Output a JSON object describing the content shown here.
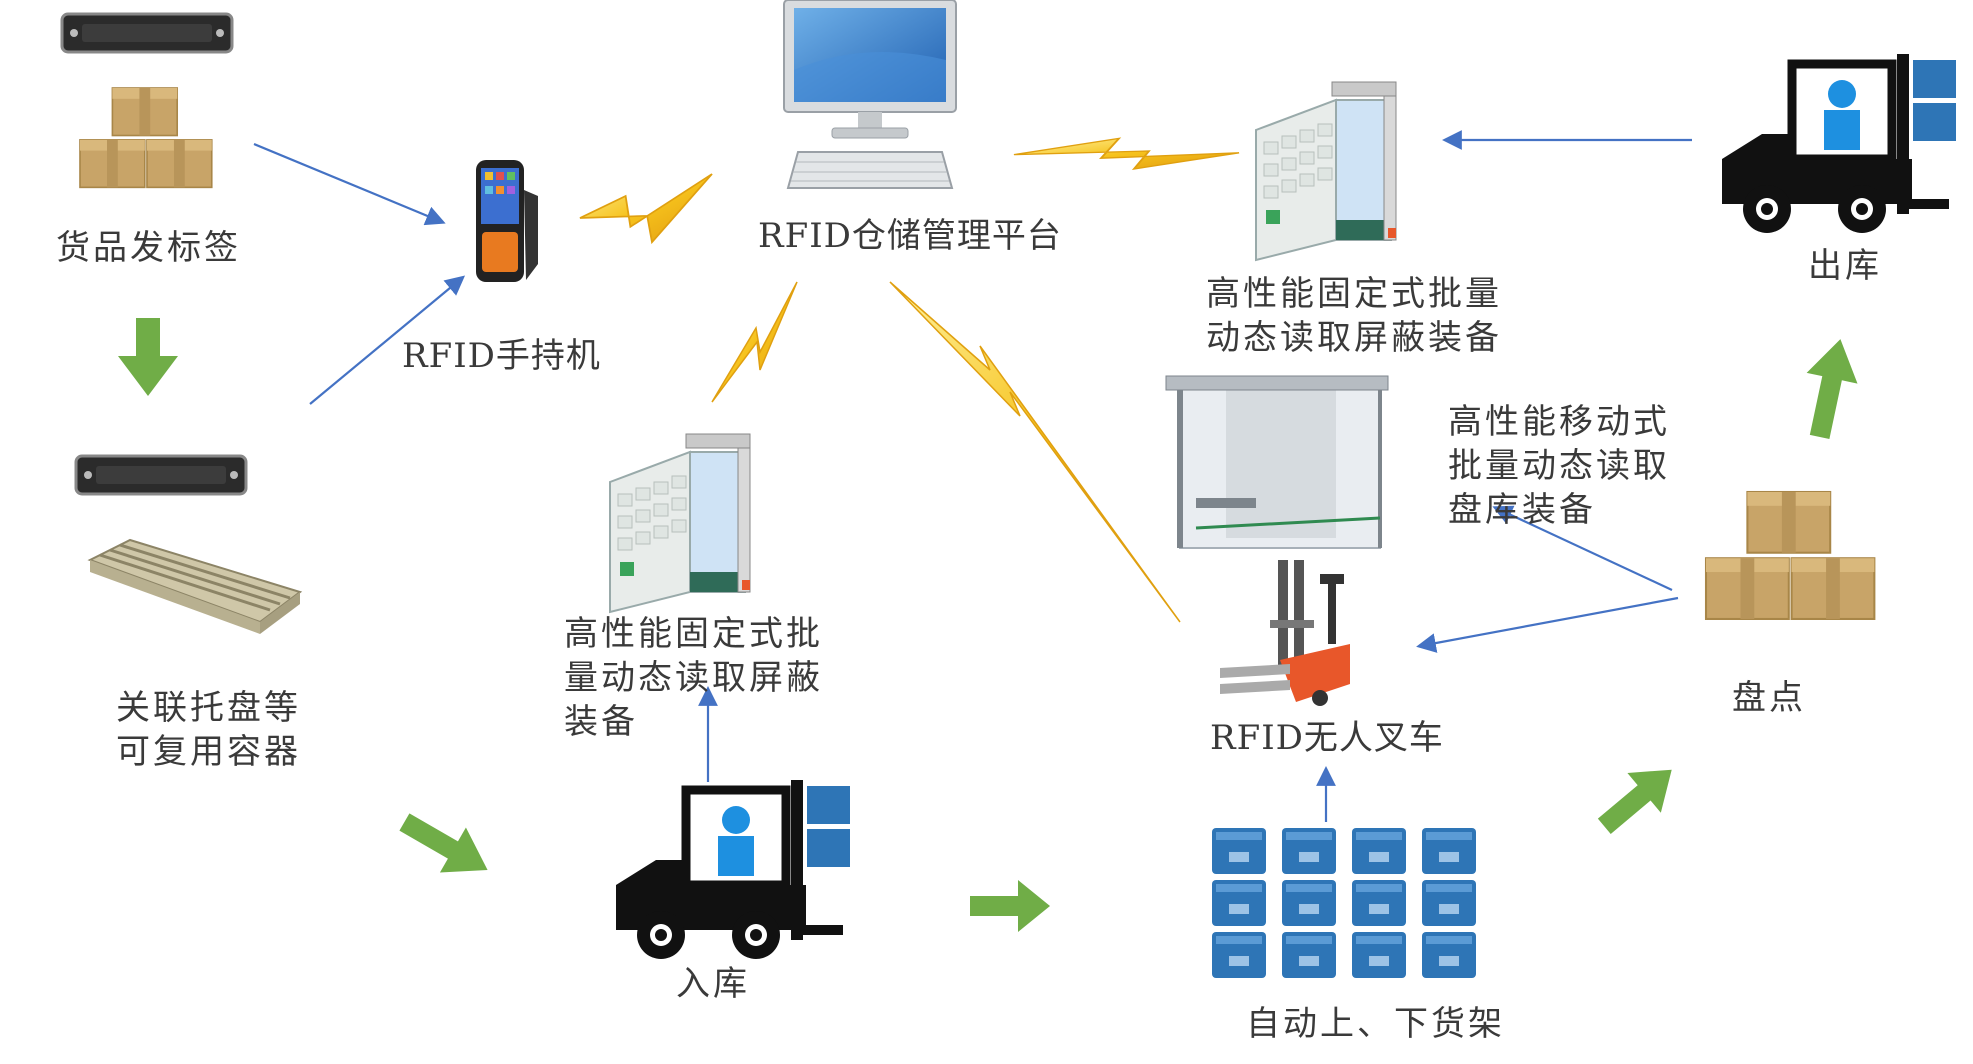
{
  "labels": {
    "goods_tag": "货品发标签",
    "handheld": "RFID手持机",
    "platform": "RFID仓储管理平台",
    "fixed_reader_top": [
      "高性能固定式批量",
      "动态读取屏蔽装备"
    ],
    "outbound": "出库",
    "pallet": [
      "关联托盘等",
      "可复用容器"
    ],
    "fixed_reader_mid": [
      "高性能固定式批",
      "量动态读取屏蔽",
      "装备"
    ],
    "mobile_reader": [
      "高性能移动式",
      "批量动态读取",
      "盘库装备"
    ],
    "agv_forklift": "RFID无人叉车",
    "stocktake": "盘点",
    "inbound": "入库",
    "auto_shelf": "自动上、下货架"
  },
  "colors": {
    "arrow_blue": "#4472c4",
    "arrow_green": "#70ad47",
    "lightning": "#f2b61a",
    "box": "#c8a468",
    "crate_blue": "#2e75b6",
    "forklift_body": "#111111",
    "driver": "#1e90e0",
    "agv_orange": "#e8572a"
  },
  "icons": [
    "tag-icon",
    "box-stack-icon",
    "handheld-reader-icon",
    "computer-icon",
    "reader-gate-icon",
    "forklift-icon",
    "pallet-icon",
    "mobile-reader-frame-icon",
    "agv-forklift-icon",
    "crate-grid-icon",
    "lightning-icon",
    "arrow-icon"
  ]
}
